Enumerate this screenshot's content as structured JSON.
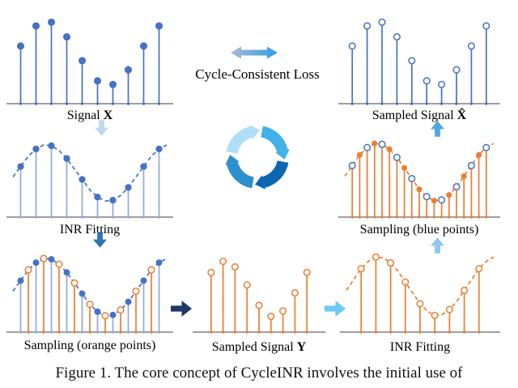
{
  "texts": {
    "cycle_loss": "Cycle-Consistent Loss",
    "caption": "Figure 1. The core concept of CycleINR involves the initial use of"
  },
  "panel_labels": {
    "signal_x_pre": "Signal ",
    "signal_x_var": "X",
    "sampled_xhat_pre": "Sampled Signal ",
    "sampled_xhat_var": "X̂",
    "inr_fitting_blue": "INR Fitting",
    "sampling_blue": "Sampling (blue points)",
    "sampling_orange": "Sampling (orange points)",
    "sampled_y_pre": "Sampled Signal ",
    "sampled_y_var": "Y",
    "inr_fitting_orange": "INR Fitting"
  },
  "colors": {
    "axis": "#3f3f3f",
    "blue": "#4472C4",
    "light_blue": "#8FAADC",
    "orange": "#ED7D31",
    "arrow_down_light": "#BDD7EE",
    "arrow_down_blue": "#2E75B6",
    "arrow_right_navy": "#1F3864",
    "arrow_right_cyan": "#6EC9F0",
    "arrow_up_light": "#8FC6EC",
    "arrow_up_blue": "#4FA8DF",
    "double_arrow_left": "#ABB9D0",
    "double_arrow_right": "#2F9FE6",
    "cycle_arc_1": "#AEDFF6",
    "cycle_arc_2": "#41B1E8",
    "cycle_arc_3": "#0D67B0",
    "cycle_arc_4": "#2C8FD0"
  },
  "chart_data": {
    "type": "stem",
    "x_range": [
      0,
      1
    ],
    "y_range": [
      0,
      1
    ],
    "panels": {
      "signal_x": {
        "title": "Signal X",
        "series": [
          {
            "kind": "stem",
            "color": "#4472C4",
            "base_dots": true,
            "xs": [
              0.05,
              0.15,
              0.25,
              0.35,
              0.45,
              0.55,
              0.65,
              0.75,
              0.85,
              0.95
            ],
            "ys": [
              0.63,
              0.85,
              0.89,
              0.73,
              0.47,
              0.25,
              0.21,
              0.37,
              0.63,
              0.85
            ]
          },
          {
            "kind": "points",
            "style": "filled",
            "color": "#4472C4",
            "r": 3.8,
            "xs": [
              0.05,
              0.15,
              0.25,
              0.35,
              0.45,
              0.55,
              0.65,
              0.75,
              0.85,
              0.95
            ],
            "ys": [
              0.63,
              0.85,
              0.89,
              0.73,
              0.47,
              0.25,
              0.21,
              0.37,
              0.63,
              0.85
            ]
          }
        ]
      },
      "sampled_x_hat": {
        "title": "Sampled Signal X̂",
        "series": [
          {
            "kind": "stem",
            "color": "#4472C4",
            "base_dots": true,
            "xs": [
              0.05,
              0.15,
              0.25,
              0.35,
              0.45,
              0.55,
              0.65,
              0.75,
              0.85,
              0.95
            ],
            "ys": [
              0.63,
              0.85,
              0.89,
              0.73,
              0.47,
              0.25,
              0.21,
              0.37,
              0.63,
              0.85
            ]
          },
          {
            "kind": "points",
            "style": "open",
            "color": "#4472C4",
            "r": 3.8,
            "xs": [
              0.05,
              0.15,
              0.25,
              0.35,
              0.45,
              0.55,
              0.65,
              0.75,
              0.85,
              0.95
            ],
            "ys": [
              0.63,
              0.85,
              0.89,
              0.73,
              0.47,
              0.25,
              0.21,
              0.37,
              0.63,
              0.85
            ]
          }
        ]
      },
      "inr_fitting_blue": {
        "title": "INR Fitting",
        "series": [
          {
            "kind": "stem",
            "color": "#8FAADC",
            "base_dots": true,
            "xs": [
              0.05,
              0.15,
              0.25,
              0.35,
              0.45,
              0.55,
              0.65,
              0.75,
              0.85,
              0.95
            ],
            "ys": [
              0.63,
              0.85,
              0.89,
              0.73,
              0.47,
              0.25,
              0.21,
              0.37,
              0.63,
              0.85
            ]
          },
          {
            "kind": "curve",
            "color": "#4472C4",
            "ys": [
              0.5,
              0.63,
              0.76,
              0.85,
              0.9,
              0.89,
              0.83,
              0.73,
              0.6,
              0.47,
              0.34,
              0.25,
              0.2,
              0.21,
              0.27,
              0.37,
              0.5,
              0.63,
              0.76,
              0.85,
              0.9
            ]
          },
          {
            "kind": "points",
            "style": "filled",
            "color": "#4472C4",
            "r": 3.4,
            "xs": [
              0.05,
              0.15,
              0.25,
              0.35,
              0.45,
              0.55,
              0.65,
              0.75,
              0.85,
              0.95
            ],
            "ys": [
              0.63,
              0.85,
              0.89,
              0.73,
              0.47,
              0.25,
              0.21,
              0.37,
              0.63,
              0.85
            ]
          }
        ]
      },
      "sampling_orange_points": {
        "title": "Sampling (orange points)",
        "series": [
          {
            "kind": "stem",
            "color": "#8FAADC",
            "base_dots": true,
            "xs": [
              0.05,
              0.15,
              0.25,
              0.35,
              0.45,
              0.55,
              0.65,
              0.75,
              0.85,
              0.95
            ],
            "ys": [
              0.63,
              0.85,
              0.89,
              0.73,
              0.47,
              0.25,
              0.21,
              0.37,
              0.63,
              0.85
            ]
          },
          {
            "kind": "stem",
            "color": "#ED7D31",
            "base_dots": true,
            "xs": [
              0.1,
              0.2,
              0.3,
              0.4,
              0.5,
              0.6,
              0.7,
              0.8,
              0.9
            ],
            "ys": [
              0.76,
              0.9,
              0.83,
              0.6,
              0.34,
              0.2,
              0.27,
              0.5,
              0.76
            ]
          },
          {
            "kind": "curve",
            "color": "#4472C4",
            "ys": [
              0.5,
              0.63,
              0.76,
              0.85,
              0.9,
              0.89,
              0.83,
              0.73,
              0.6,
              0.47,
              0.34,
              0.25,
              0.2,
              0.21,
              0.27,
              0.37,
              0.5,
              0.63,
              0.76,
              0.85,
              0.9
            ]
          },
          {
            "kind": "points",
            "style": "filled",
            "color": "#4472C4",
            "r": 3.2,
            "xs": [
              0.05,
              0.15,
              0.25,
              0.35,
              0.45,
              0.55,
              0.65,
              0.75,
              0.85,
              0.95
            ],
            "ys": [
              0.63,
              0.85,
              0.89,
              0.73,
              0.47,
              0.25,
              0.21,
              0.37,
              0.63,
              0.85
            ]
          },
          {
            "kind": "points",
            "style": "open",
            "color": "#ED7D31",
            "r": 3.8,
            "xs": [
              0.1,
              0.2,
              0.3,
              0.4,
              0.5,
              0.6,
              0.7,
              0.8,
              0.9
            ],
            "ys": [
              0.76,
              0.9,
              0.83,
              0.6,
              0.34,
              0.2,
              0.27,
              0.5,
              0.76
            ]
          }
        ]
      },
      "sampled_y": {
        "title": "Sampled Signal Y",
        "series": [
          {
            "kind": "stem",
            "color": "#ED7D31",
            "base_dots": true,
            "xs": [
              0.1,
              0.2,
              0.3,
              0.4,
              0.5,
              0.6,
              0.7,
              0.8,
              0.9
            ],
            "ys": [
              0.76,
              0.9,
              0.83,
              0.6,
              0.34,
              0.2,
              0.27,
              0.5,
              0.76
            ]
          },
          {
            "kind": "points",
            "style": "open",
            "color": "#ED7D31",
            "r": 3.8,
            "xs": [
              0.1,
              0.2,
              0.3,
              0.4,
              0.5,
              0.6,
              0.7,
              0.8,
              0.9
            ],
            "ys": [
              0.76,
              0.9,
              0.83,
              0.6,
              0.34,
              0.2,
              0.27,
              0.5,
              0.76
            ]
          }
        ]
      },
      "inr_fitting_orange": {
        "title": "INR Fitting",
        "series": [
          {
            "kind": "stem",
            "color": "#ED7D31",
            "base_dots": true,
            "xs": [
              0.1,
              0.2,
              0.3,
              0.4,
              0.5,
              0.6,
              0.7,
              0.8,
              0.9
            ],
            "ys": [
              0.76,
              0.9,
              0.83,
              0.6,
              0.34,
              0.2,
              0.27,
              0.5,
              0.76
            ]
          },
          {
            "kind": "curve",
            "color": "#ED7D31",
            "ys": [
              0.5,
              0.63,
              0.76,
              0.85,
              0.9,
              0.89,
              0.83,
              0.73,
              0.6,
              0.47,
              0.34,
              0.25,
              0.2,
              0.21,
              0.27,
              0.37,
              0.5,
              0.63,
              0.76,
              0.85,
              0.9
            ]
          },
          {
            "kind": "points",
            "style": "open",
            "color": "#ED7D31",
            "r": 3.8,
            "xs": [
              0.1,
              0.2,
              0.3,
              0.4,
              0.5,
              0.6,
              0.7,
              0.8,
              0.9
            ],
            "ys": [
              0.76,
              0.9,
              0.83,
              0.6,
              0.34,
              0.2,
              0.27,
              0.5,
              0.76
            ]
          }
        ]
      },
      "sampling_blue_points": {
        "title": "Sampling (blue points)",
        "series": [
          {
            "kind": "stem",
            "color": "#ED7D31",
            "base_dots": true,
            "xs": [
              0.05,
              0.1,
              0.15,
              0.2,
              0.25,
              0.3,
              0.35,
              0.4,
              0.45,
              0.5,
              0.55,
              0.6,
              0.65,
              0.7,
              0.75,
              0.8,
              0.85,
              0.9,
              0.95
            ],
            "ys": [
              0.63,
              0.76,
              0.85,
              0.9,
              0.89,
              0.83,
              0.73,
              0.6,
              0.47,
              0.34,
              0.25,
              0.2,
              0.21,
              0.27,
              0.37,
              0.5,
              0.63,
              0.76,
              0.85
            ]
          },
          {
            "kind": "curve",
            "color": "#ED7D31",
            "ys": [
              0.5,
              0.63,
              0.76,
              0.85,
              0.9,
              0.89,
              0.83,
              0.73,
              0.6,
              0.47,
              0.34,
              0.25,
              0.2,
              0.21,
              0.27,
              0.37,
              0.5,
              0.63,
              0.76,
              0.85,
              0.9
            ]
          },
          {
            "kind": "points",
            "style": "filled",
            "color": "#ED7D31",
            "r": 2.8,
            "xs": [
              0.1,
              0.2,
              0.3,
              0.4,
              0.5,
              0.6,
              0.7,
              0.8,
              0.9
            ],
            "ys": [
              0.76,
              0.9,
              0.83,
              0.6,
              0.34,
              0.2,
              0.27,
              0.5,
              0.76
            ]
          },
          {
            "kind": "points",
            "style": "open",
            "color": "#4472C4",
            "r": 3.8,
            "xs": [
              0.05,
              0.15,
              0.25,
              0.35,
              0.45,
              0.55,
              0.65,
              0.75,
              0.85,
              0.95
            ],
            "ys": [
              0.63,
              0.85,
              0.89,
              0.73,
              0.47,
              0.25,
              0.21,
              0.37,
              0.63,
              0.85
            ]
          }
        ]
      }
    }
  }
}
